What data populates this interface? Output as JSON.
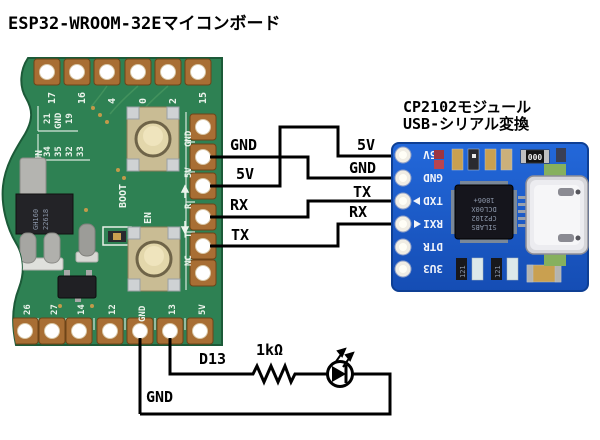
{
  "title": "ESP32-WROOM-32Eマイコンボード",
  "cp2102_module": {
    "title_line1": "CP2102モジュール",
    "title_line2": "USB-シリアル変換",
    "pin_labels": [
      "+5V",
      "GND",
      "TXD",
      "RXI",
      "DTR",
      "3U3"
    ],
    "chip_marking": [
      "SILABS",
      "CP2102",
      "DCL00X",
      "1806+"
    ],
    "smd_marking_000": "000",
    "smd_marking_121": "121"
  },
  "esp32_board": {
    "top_pins": [
      "17",
      "16",
      "4",
      "0",
      "2",
      "15"
    ],
    "right_pins": [
      "GND",
      "5V",
      "R",
      "T",
      "NC"
    ],
    "bottom_pins": [
      "26",
      "27",
      "14",
      "12",
      "GND",
      "13",
      "5V"
    ],
    "silkscreen": {
      "boot_button": "BOOT",
      "en_button": "EN",
      "run_label": "SUN",
      "pin_group_1": [
        "21",
        "GND",
        "19"
      ],
      "pin_group_2": [
        "34",
        "35",
        "32",
        "33"
      ],
      "regulator_line1": "GH160",
      "regulator_line2": "22618"
    }
  },
  "wiring": {
    "esp32_side_labels": [
      "GND",
      "5V",
      "RX",
      "TX"
    ],
    "cp2102_side_labels": [
      "5V",
      "GND",
      "TX",
      "RX"
    ],
    "connections": [
      {
        "esp32": "GND",
        "cp2102": "GND"
      },
      {
        "esp32": "5V",
        "cp2102": "5V"
      },
      {
        "esp32": "RX",
        "cp2102": "TX"
      },
      {
        "esp32": "TX",
        "cp2102": "RX"
      }
    ]
  },
  "led_circuit": {
    "pin_label": "D13",
    "resistor_label": "1kΩ",
    "ground_label": "GND"
  },
  "colors": {
    "esp32_pcb": "#2e8153",
    "cp2102_pcb": "#1d5ec9",
    "pad_copper": "#a86e34",
    "wire": "#000000",
    "background": "#ffffff"
  }
}
